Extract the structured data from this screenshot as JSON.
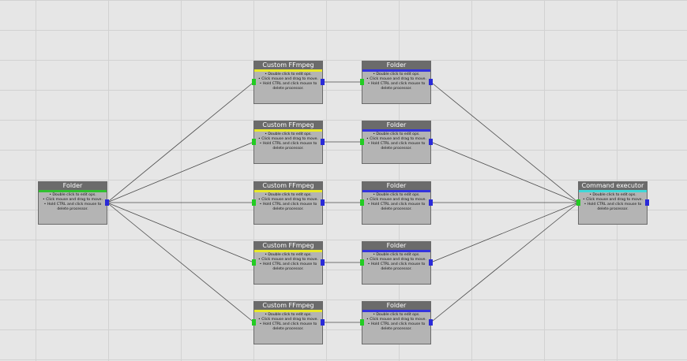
{
  "canvas": {
    "grid": true,
    "background_color": "#e6e6e6",
    "grid_color": "#d2d2d2"
  },
  "colors": {
    "wire": "#4a4a4a",
    "header": "#6b6b6b",
    "body": "#b4b4b4",
    "port_in": "#22cc22",
    "port_out": "#2a2ad8",
    "accent_folder": "#3333dd",
    "accent_ffmpeg": "#e8e82a",
    "accent_source": "#30c030",
    "accent_command": "#40d8d8"
  },
  "help_lines": [
    "• Double click to edit ops.",
    "• Click mouse and drag to move.",
    "• Hold CTRL and click mouse to",
    "delete processor."
  ],
  "nodes": [
    {
      "id": "source-folder",
      "title": "Folder",
      "accent": "#30c030",
      "icon": "none"
    },
    {
      "id": "ffmpeg-1",
      "title": "Custom FFmpeg",
      "accent": "#e8e82a"
    },
    {
      "id": "folder-1",
      "title": "Folder",
      "accent": "#3333dd"
    },
    {
      "id": "ffmpeg-2",
      "title": "Custom FFmpeg",
      "accent": "#e8e82a"
    },
    {
      "id": "folder-2",
      "title": "Folder",
      "accent": "#3333dd"
    },
    {
      "id": "ffmpeg-3",
      "title": "Custom FFmpeg",
      "accent": "#e8e82a"
    },
    {
      "id": "folder-3",
      "title": "Folder",
      "accent": "#3333dd"
    },
    {
      "id": "ffmpeg-4",
      "title": "Custom FFmpeg",
      "accent": "#e8e82a"
    },
    {
      "id": "folder-4",
      "title": "Folder",
      "accent": "#3333dd"
    },
    {
      "id": "ffmpeg-5",
      "title": "Custom FFmpeg",
      "accent": "#e8e82a"
    },
    {
      "id": "folder-5",
      "title": "Folder",
      "accent": "#3333dd"
    },
    {
      "id": "command-executor",
      "title": "Command executor",
      "accent": "#40d8d8"
    }
  ],
  "connections": [
    [
      "source-folder",
      "ffmpeg-1"
    ],
    [
      "source-folder",
      "ffmpeg-2"
    ],
    [
      "source-folder",
      "ffmpeg-3"
    ],
    [
      "source-folder",
      "ffmpeg-4"
    ],
    [
      "source-folder",
      "ffmpeg-5"
    ],
    [
      "ffmpeg-1",
      "folder-1"
    ],
    [
      "ffmpeg-2",
      "folder-2"
    ],
    [
      "ffmpeg-3",
      "folder-3"
    ],
    [
      "ffmpeg-4",
      "folder-4"
    ],
    [
      "ffmpeg-5",
      "folder-5"
    ],
    [
      "folder-1",
      "command-executor"
    ],
    [
      "folder-2",
      "command-executor"
    ],
    [
      "folder-3",
      "command-executor"
    ],
    [
      "folder-4",
      "command-executor"
    ],
    [
      "folder-5",
      "command-executor"
    ]
  ]
}
